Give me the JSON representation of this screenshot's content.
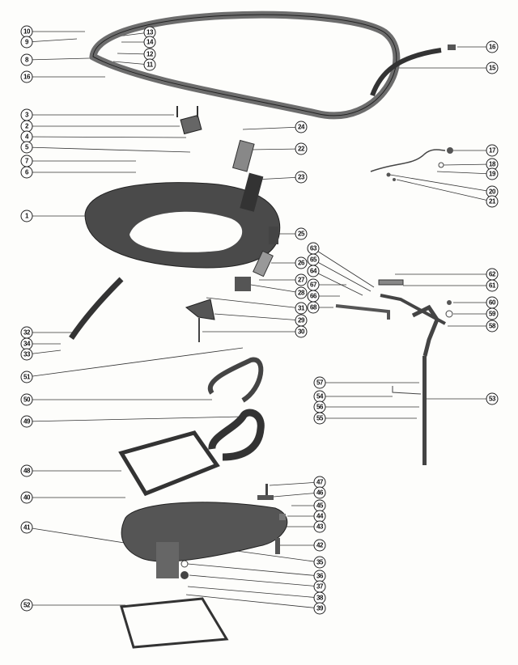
{
  "title": "Exploded parts diagram",
  "callouts": [
    "10",
    "9",
    "8",
    "16",
    "13",
    "14",
    "12",
    "11",
    "3",
    "2",
    "4",
    "5",
    "7",
    "6",
    "1",
    "24",
    "22",
    "23",
    "25",
    "26",
    "27",
    "28",
    "31",
    "29",
    "30",
    "32",
    "34",
    "33",
    "16",
    "15",
    "17",
    "18",
    "19",
    "20",
    "21",
    "63",
    "65",
    "64",
    "67",
    "66",
    "68",
    "62",
    "61",
    "60",
    "59",
    "58",
    "57",
    "54",
    "56",
    "55",
    "53",
    "51",
    "50",
    "49",
    "48",
    "40",
    "41",
    "47",
    "46",
    "45",
    "44",
    "43",
    "42",
    "35",
    "36",
    "37",
    "38",
    "39",
    "52"
  ]
}
